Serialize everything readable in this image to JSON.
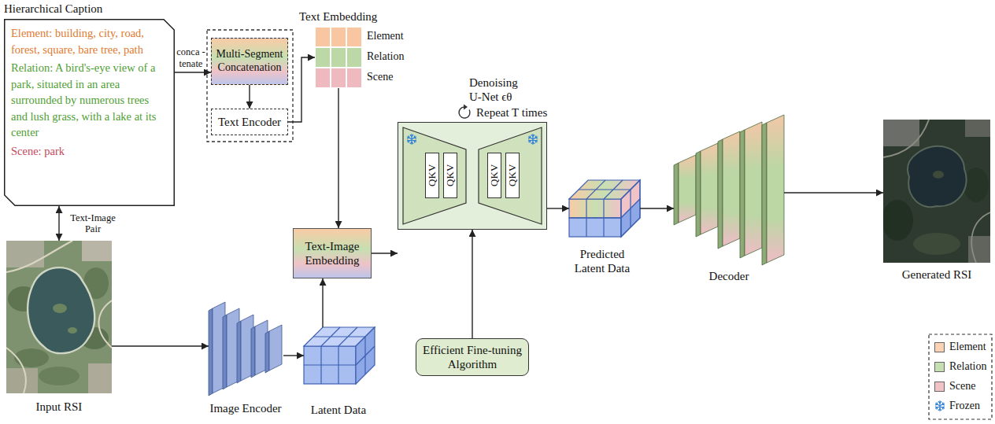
{
  "diagram": {
    "nodes": [
      {
        "text": [
          "Hierarchical Caption",
          "Element: building, city, road, forest, square, bare tree, path",
          "Relation: A bird's-eye view of a park, situated in an area surrounded by numerous trees and lush grass, with a lake at its center",
          "Scene: park"
        ]
      },
      {
        "text": [
          "Multi-Segment Concatenation"
        ]
      },
      {
        "text": [
          "Text Encoder"
        ]
      },
      {
        "text": [
          "Text Embedding",
          "Element",
          "Relation",
          "Scene"
        ]
      },
      {
        "text": [
          "Text-Image Embedding"
        ]
      },
      {
        "text": [
          "Denoising U-Net ϵθ",
          "Repeat T times"
        ]
      },
      {
        "text": [
          "QKV"
        ],
        "in": 5
      },
      {
        "text": [
          "QKV"
        ],
        "in": 5
      },
      {
        "text": [
          "QKV"
        ],
        "in": 5
      },
      {
        "text": [
          "QKV"
        ],
        "in": 5
      },
      {
        "text": [
          "Predicted Latent Data"
        ]
      },
      {
        "text": [
          "Decoder"
        ]
      },
      {
        "text": [
          "Generated RSI"
        ]
      },
      {
        "text": [
          "Input RSI"
        ]
      },
      {
        "text": [
          "Image Encoder"
        ]
      },
      {
        "text": [
          "Latent Data"
        ]
      },
      {
        "text": [
          "Efficient Fine-tuning Algorithm"
        ]
      }
    ],
    "edges": [
      {
        "from": 0,
        "to": 1,
        "arrow": "to",
        "label": "conca -tenate"
      },
      {
        "from": 1,
        "to": 2,
        "arrow": "to"
      },
      {
        "from": 2,
        "to": 3,
        "arrow": "to"
      },
      {
        "from": 3,
        "to": 4,
        "arrow": "to"
      },
      {
        "from": 4,
        "to": 5,
        "arrow": "to"
      },
      {
        "from": 5,
        "to": 10,
        "arrow": "to"
      },
      {
        "from": 10,
        "to": 11,
        "arrow": "to"
      },
      {
        "from": 11,
        "to": 12,
        "arrow": "to"
      },
      {
        "from": 0,
        "to": 13,
        "arrow": "both",
        "label": "Text-Image Pair"
      },
      {
        "from": 13,
        "to": 14,
        "arrow": "to"
      },
      {
        "from": 14,
        "to": 15,
        "arrow": "to"
      },
      {
        "from": 15,
        "to": 4,
        "arrow": "to"
      },
      {
        "from": 16,
        "to": 5,
        "arrow": "to"
      }
    ],
    "legend": [
      {
        "text": "Element",
        "color": "#fbd3b4"
      },
      {
        "text": "Relation",
        "color": "#c6dfb2"
      },
      {
        "text": "Scene",
        "color": "#f2c3c6"
      },
      {
        "text": "Frozen"
      }
    ]
  }
}
